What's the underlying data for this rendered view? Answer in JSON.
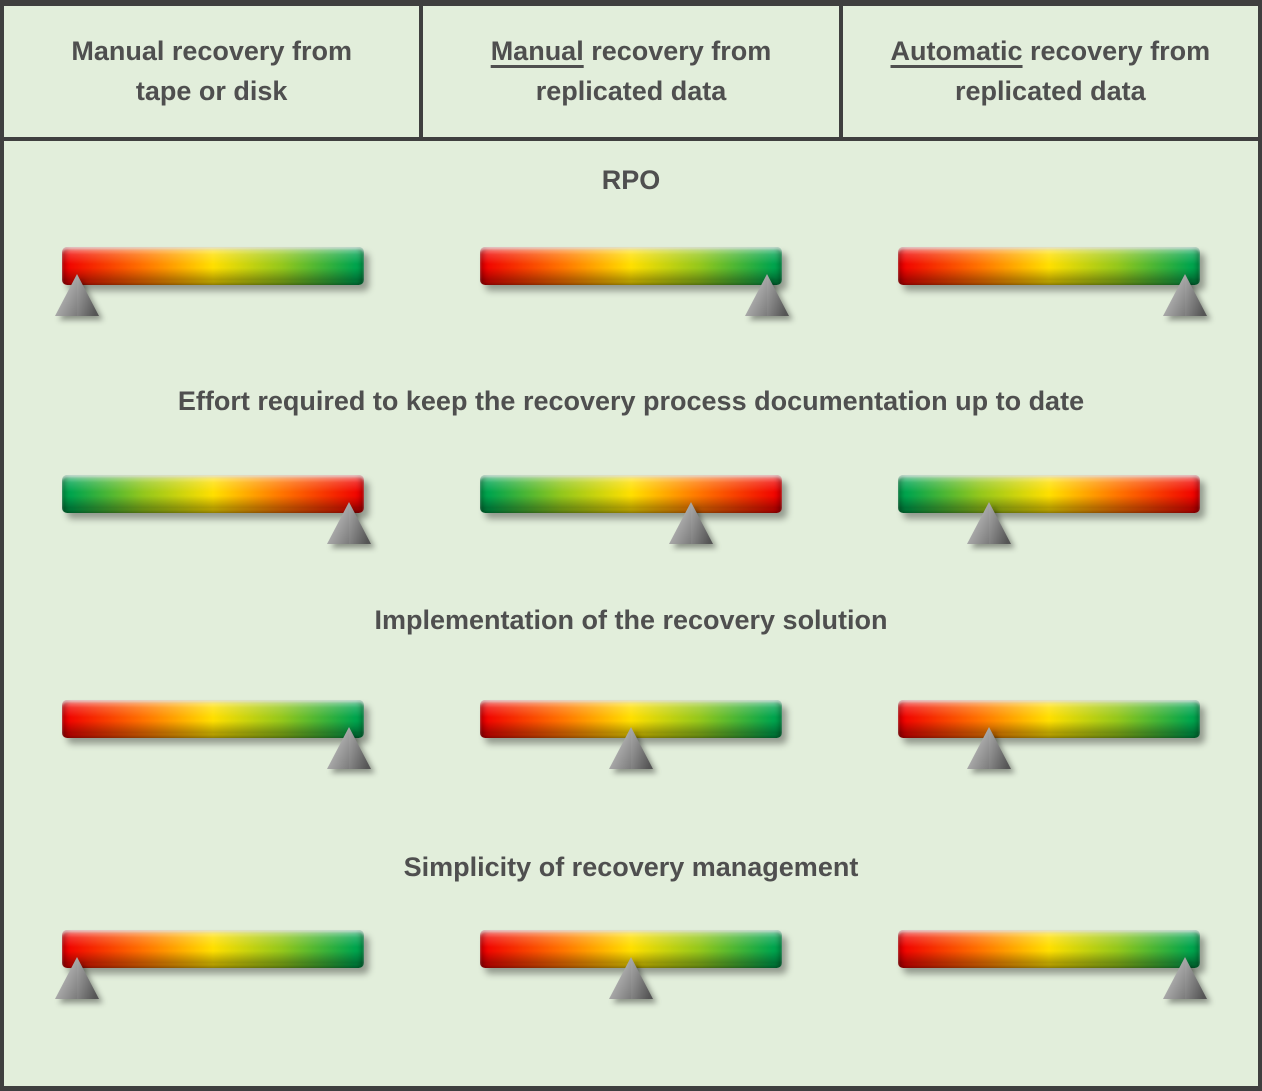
{
  "header": {
    "columns": [
      {
        "emphasis": "",
        "rest": "Manual recovery from\ntape or disk"
      },
      {
        "emphasis": "Manual",
        "rest": " recovery from\nreplicated data"
      },
      {
        "emphasis": "Automatic",
        "rest": " recovery from\nreplicated data"
      }
    ]
  },
  "sections": [
    {
      "title": "RPO",
      "scale": "red-green",
      "markers": [
        5,
        95,
        95
      ]
    },
    {
      "title": "Effort required to keep the recovery process documentation up to date",
      "scale": "green-red",
      "markers": [
        95,
        70,
        30
      ]
    },
    {
      "title": "Implementation of the recovery solution",
      "scale": "red-green",
      "markers": [
        95,
        50,
        30
      ]
    },
    {
      "title": "Simplicity of recovery management",
      "scale": "red-green",
      "markers": [
        5,
        50,
        95
      ]
    }
  ],
  "chart_data": {
    "type": "table",
    "columns": [
      "Manual recovery from tape or disk",
      "Manual recovery from replicated data",
      "Automatic recovery from replicated data"
    ],
    "rows": [
      {
        "criterion": "RPO",
        "scale_direction": "red-to-green",
        "marker_percent": [
          5,
          95,
          95
        ]
      },
      {
        "criterion": "Effort required to keep the recovery process documentation up to date",
        "scale_direction": "green-to-red",
        "marker_percent": [
          95,
          70,
          30
        ]
      },
      {
        "criterion": "Implementation of the recovery solution",
        "scale_direction": "red-to-green",
        "marker_percent": [
          95,
          50,
          30
        ]
      },
      {
        "criterion": "Simplicity of recovery management",
        "scale_direction": "red-to-green",
        "marker_percent": [
          5,
          50,
          95
        ]
      }
    ]
  },
  "colors": {
    "background": "#e2eedb",
    "border": "#3f3f3f",
    "text": "#4f4f4f",
    "scale_red": "#f00000",
    "scale_yellow": "#ffdf00",
    "scale_green": "#00a44d",
    "marker_gray": "#8a8a8a"
  }
}
